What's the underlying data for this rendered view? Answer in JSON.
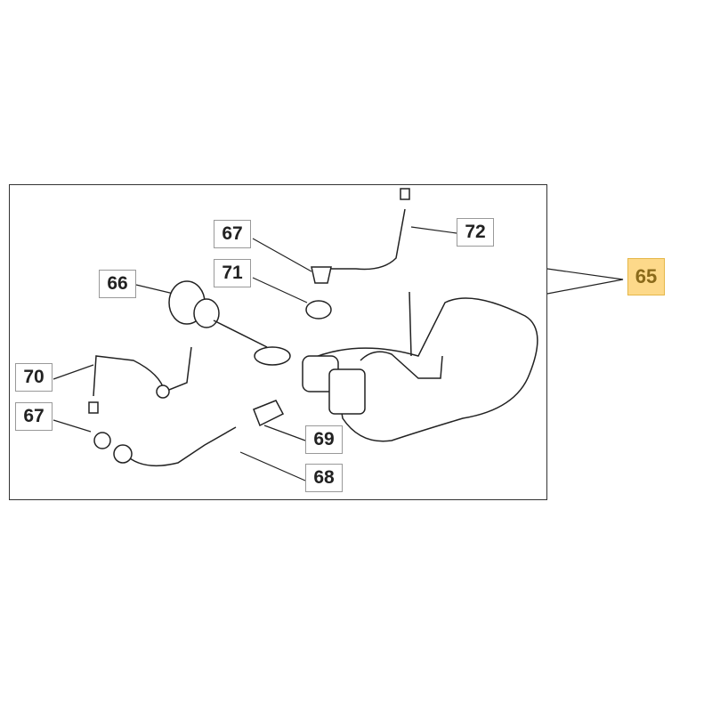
{
  "diagram": {
    "assembly_label": "65",
    "labels": [
      {
        "id": "67a",
        "text": "67"
      },
      {
        "id": "71",
        "text": "71"
      },
      {
        "id": "66",
        "text": "66"
      },
      {
        "id": "72",
        "text": "72"
      },
      {
        "id": "70",
        "text": "70"
      },
      {
        "id": "67b",
        "text": "67"
      },
      {
        "id": "69",
        "text": "69"
      },
      {
        "id": "68",
        "text": "68"
      }
    ],
    "colors": {
      "highlight": "#fdd98a",
      "highlight_text": "#8a6a1a"
    }
  }
}
